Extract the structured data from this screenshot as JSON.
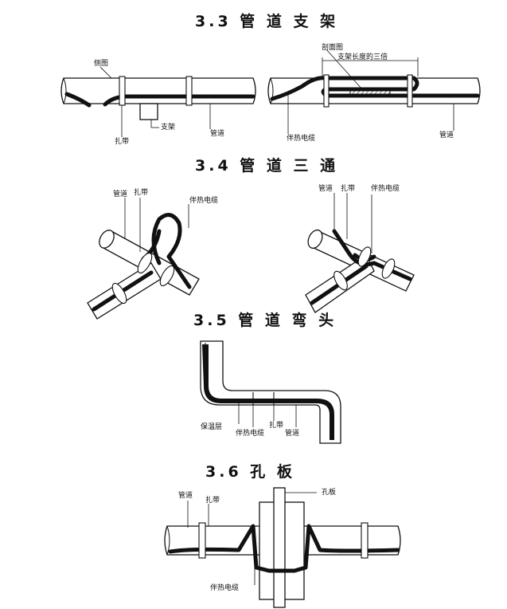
{
  "sections": {
    "s33": {
      "title": "3.3 管 道 支 架"
    },
    "s34": {
      "title": "3.4 管 道 三 通"
    },
    "s35": {
      "title": "3.5 管 道 弯 头"
    },
    "s36": {
      "title": "3.6 孔  板"
    }
  },
  "labels": {
    "side_view": "侧图",
    "support": "支架",
    "pipe": "管道",
    "tie": "扎带",
    "section_view": "剖面图",
    "support_triple": "支架长度的三倍",
    "heat_cable": "伴热电缆",
    "insulation": "保温层",
    "orifice": "孔板"
  }
}
